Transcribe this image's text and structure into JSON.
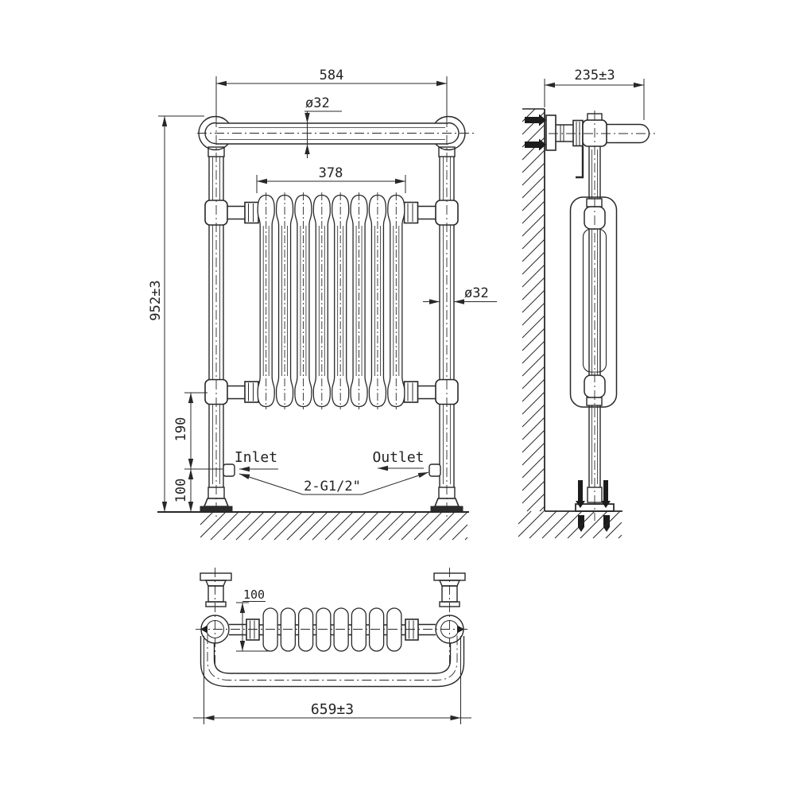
{
  "drawing": {
    "type": "technical-drawing",
    "subject": "traditional towel radiator with column insert",
    "colors": {
      "line": "#282828",
      "dark_fill": "#1c1c1c",
      "background": "#ffffff"
    },
    "front_view": {
      "dimensions": {
        "overall_width": "584",
        "top_bar_diameter": "ø32",
        "radiator_width": "378",
        "overall_height": "952±3",
        "rail_to_inlet": "190",
        "inlet_to_floor": "100",
        "tube_diameter": "ø32"
      },
      "labels": {
        "inlet": "Inlet",
        "outlet": "Outlet",
        "connection_thread": "2-G1/2\""
      },
      "radiator": {
        "sections": 8
      }
    },
    "side_view": {
      "dimensions": {
        "depth": "235±3"
      }
    },
    "plan_view": {
      "dimensions": {
        "bar_offset": "100",
        "overall_width": "659±3"
      },
      "radiator": {
        "sections": 8
      }
    }
  }
}
